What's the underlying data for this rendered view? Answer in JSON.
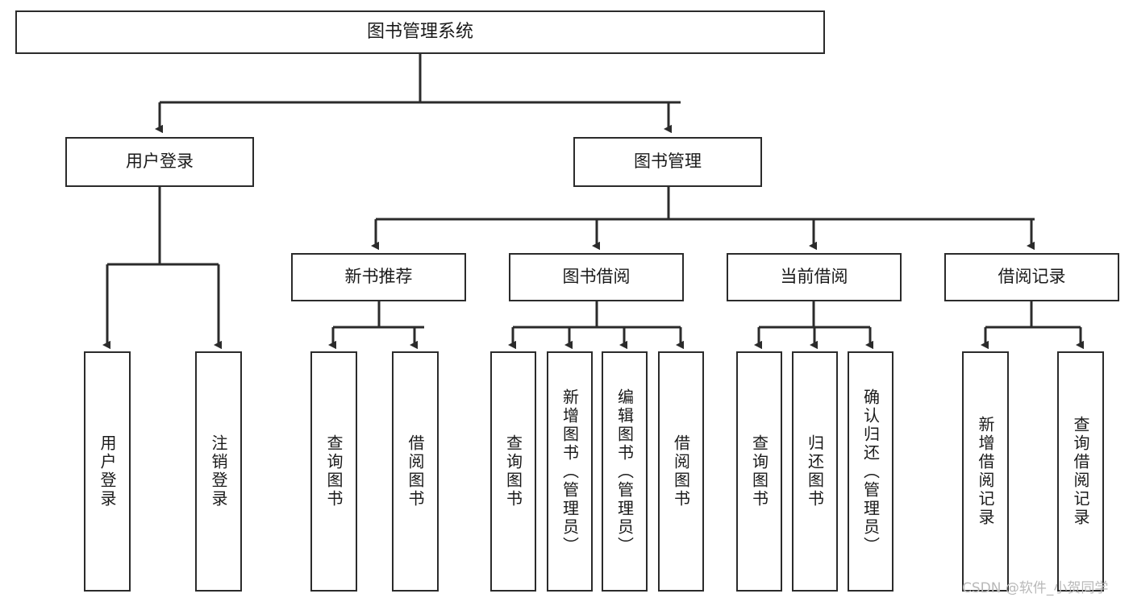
{
  "diagram": {
    "title": "图书管理系统",
    "type": "hierarchy-tree",
    "levels": 4,
    "nodes": {
      "root": {
        "label": "图书管理系统"
      },
      "level2": [
        {
          "id": "user-login",
          "label": "用户登录"
        },
        {
          "id": "book-manage",
          "label": "图书管理"
        }
      ],
      "level3": [
        {
          "id": "new-book-recommend",
          "label": "新书推荐"
        },
        {
          "id": "book-borrow",
          "label": "图书借阅"
        },
        {
          "id": "current-borrow",
          "label": "当前借阅"
        },
        {
          "id": "borrow-record",
          "label": "借阅记录"
        }
      ],
      "leaves": [
        {
          "id": "leaf-user-login",
          "label": "用户登录",
          "parent": "user-login"
        },
        {
          "id": "leaf-logout-login",
          "label": "注销登录",
          "parent": "user-login"
        },
        {
          "id": "leaf-query-book-1",
          "label": "查询图书",
          "parent": "new-book-recommend"
        },
        {
          "id": "leaf-borrow-book-1",
          "label": "借阅图书",
          "parent": "new-book-recommend"
        },
        {
          "id": "leaf-query-book-2",
          "label": "查询图书",
          "parent": "book-borrow"
        },
        {
          "id": "leaf-add-book",
          "label": "新增图书（管理员）",
          "parent": "book-borrow"
        },
        {
          "id": "leaf-edit-book",
          "label": "编辑图书（管理员）",
          "parent": "book-borrow"
        },
        {
          "id": "leaf-borrow-book-2",
          "label": "借阅图书",
          "parent": "book-borrow"
        },
        {
          "id": "leaf-query-book-3",
          "label": "查询图书",
          "parent": "current-borrow"
        },
        {
          "id": "leaf-return-book",
          "label": "归还图书",
          "parent": "current-borrow"
        },
        {
          "id": "leaf-confirm-return",
          "label": "确认归还（管理员）",
          "parent": "current-borrow"
        },
        {
          "id": "leaf-add-record",
          "label": "新增借阅记录",
          "parent": "borrow-record"
        },
        {
          "id": "leaf-query-record",
          "label": "查询借阅记录",
          "parent": "borrow-record"
        }
      ]
    },
    "colors": {
      "border": "#2b2b2b",
      "background": "#ffffff",
      "text": "#1a1a1a",
      "watermark": "#b9b9b9"
    }
  },
  "watermark": {
    "text": "CSDN @软件_小贺同学"
  }
}
